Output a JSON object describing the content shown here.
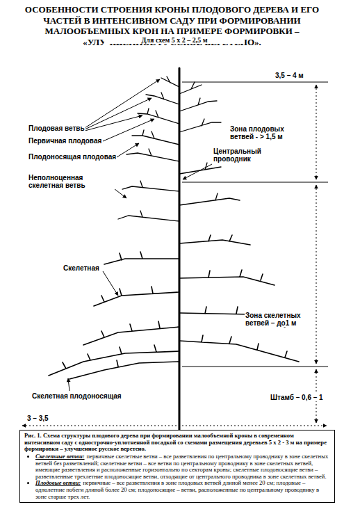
{
  "diagram": {
    "title": "ОСОБЕННОСТИ СТРОЕНИЯ КРОНЫ ПЛОДОВОГО ДЕРЕВА И ЕГО ЧАСТЕЙ В ИНТЕНСИВНОМ САДУ ПРИ ФОРМИРОВАНИИ МАЛООБЪЕМНЫХ КРОН НА ПРИМЕРЕ ФОРМИРОВКИ – «УЛУЧШЕННОЕ РУССКОЕ ВЕРЕТЕНО».",
    "nodes": [
      {
        "text": [
          "Рис. 1. Схема структуры плодового дерева при формировании малообъемной кроны в современном интенсивном саду с однострочно-уплотненной посадкой со схемами размещения деревьев 5 х 2 - 3 м на примере формировки – улучшенное русское веретено.",
          "Скелетные ветви:",
          "первичные скелетные ветви – все разветвления по центральному проводнику в зоне скелетных ветвей без разветвлений; скелетные ветви – все ветви по центральному проводнику в зоне скелетных ветвей, имеющие разветвления и расположенные горизонтально по секторам кроны; скелетные плодоносящие ветви – разветвленные трехлетние плодоносящие ветви, отходящие от центрального проводника в зоне скелетных ветвей.",
          "Плодовые ветви:",
          "первичные – все разветвления в зоне плодовых ветвей длиной менее 20 см; плодовые – однолетние побеги длиной более 20 см; плодоносящие – ветви, расположенные по центральному проводнику в зоне старше трех лет."
        ]
      }
    ],
    "labels": [
      "Для схем 5 х 2 – 2,5 м",
      "3,5 – 4 м",
      "Плодовая ветвь",
      "Первичная плодовая",
      "Плодоносящая плодовая",
      "Зона плодовых ветвей - > 1,5 м",
      "Центральный проводник",
      "Неполноценная скелетная ветвь",
      "Зона скелетных ветвей – до1 м",
      "Скелетная",
      "Штамб – 0,6 – 1",
      "Скелетная плодоносящая",
      "3 – 3,5"
    ]
  }
}
